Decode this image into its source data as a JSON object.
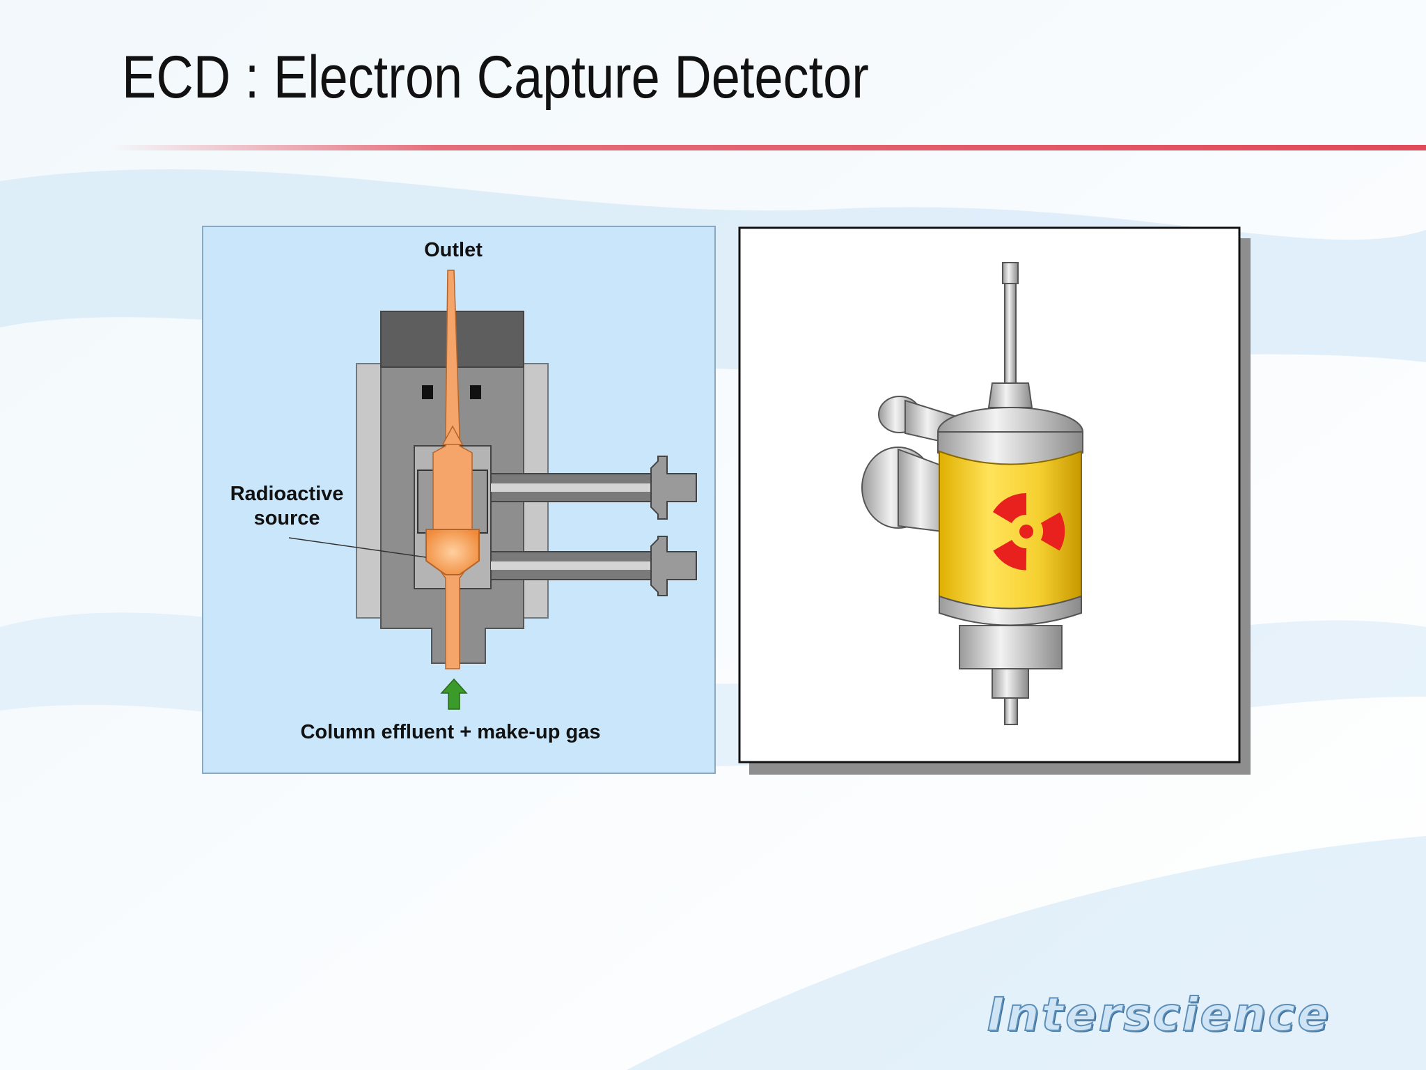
{
  "slide": {
    "title": "ECD : Electron Capture Detector",
    "logo_text": "Interscience",
    "colors": {
      "accent_line": "#e04a5a",
      "diagram_bg": "#c9e6fa",
      "flow": "#f5a46a",
      "arrow": "#3a9a2a",
      "hazard": "#e8201e"
    }
  },
  "diagram": {
    "outlet_label": "Outlet",
    "source_label_line1": "Radioactive",
    "source_label_line2": "source",
    "inlet_label": "Column effluent + make-up gas"
  },
  "illustration": {
    "symbol": "radiation-trefoil-icon"
  }
}
